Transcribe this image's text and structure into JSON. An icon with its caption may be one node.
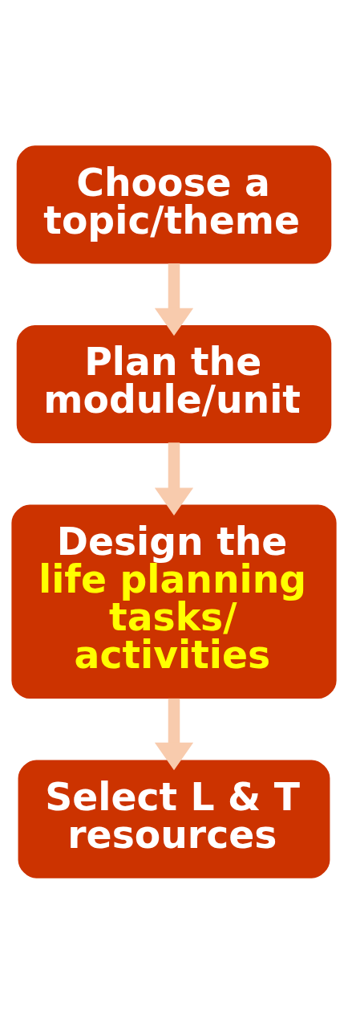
{
  "diagram": {
    "nodes": [
      {
        "text": [
          "Choose a topic/theme"
        ]
      },
      {
        "text": [
          "Plan the module/unit"
        ]
      },
      {
        "text": [
          "Design the",
          "life planning tasks/ activities"
        ]
      },
      {
        "text": [
          "Select L & T resources"
        ]
      }
    ],
    "edges": [
      {
        "from": 0,
        "to": 1,
        "arrow": "to"
      },
      {
        "from": 1,
        "to": 2,
        "arrow": "to"
      },
      {
        "from": 2,
        "to": 3,
        "arrow": "to"
      }
    ]
  }
}
